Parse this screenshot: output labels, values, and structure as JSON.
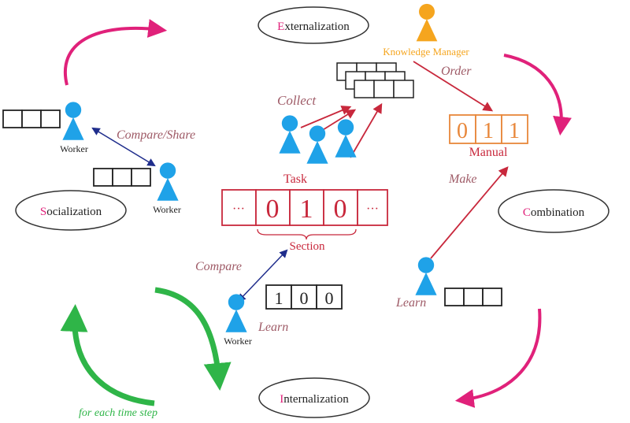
{
  "colors": {
    "pink": "#e0217a",
    "red": "#c8283c",
    "navy": "#1f2d8c",
    "green": "#2fb548",
    "worker_blue": "#1fa2e8",
    "manager_orange": "#f5a51e",
    "manual_orange": "#e8873a",
    "muted_label": "#9e5a66"
  },
  "stages": {
    "externalization": {
      "initial": "E",
      "rest": "xternalization"
    },
    "socialization": {
      "initial": "S",
      "rest": "ocialization"
    },
    "combination": {
      "initial": "C",
      "rest": "ombination"
    },
    "internalization": {
      "initial": "I",
      "rest": "nternalization"
    }
  },
  "knowledge_manager": {
    "label": "Knowledge Manager"
  },
  "workers": {
    "left_top": "Worker",
    "left_bottom": "Worker",
    "bottom": "Worker"
  },
  "task": {
    "title": "Task",
    "cells": [
      "···",
      "0",
      "1",
      "0",
      "···"
    ],
    "section_label": "Section"
  },
  "manual": {
    "label": "Manual",
    "cells": [
      "0",
      "1",
      "1"
    ]
  },
  "worker_state": {
    "cells": [
      "1",
      "0",
      "0"
    ]
  },
  "actions": {
    "collect": "Collect",
    "order": "Order",
    "compare_share": "Compare/Share",
    "compare": "Compare",
    "learn_bottom": "Learn",
    "learn_right": "Learn",
    "make": "Make"
  },
  "cycle_note": "for each time step",
  "icons": [
    "person-icon",
    "cycle-arrow-icon",
    "bit-array-icon"
  ]
}
